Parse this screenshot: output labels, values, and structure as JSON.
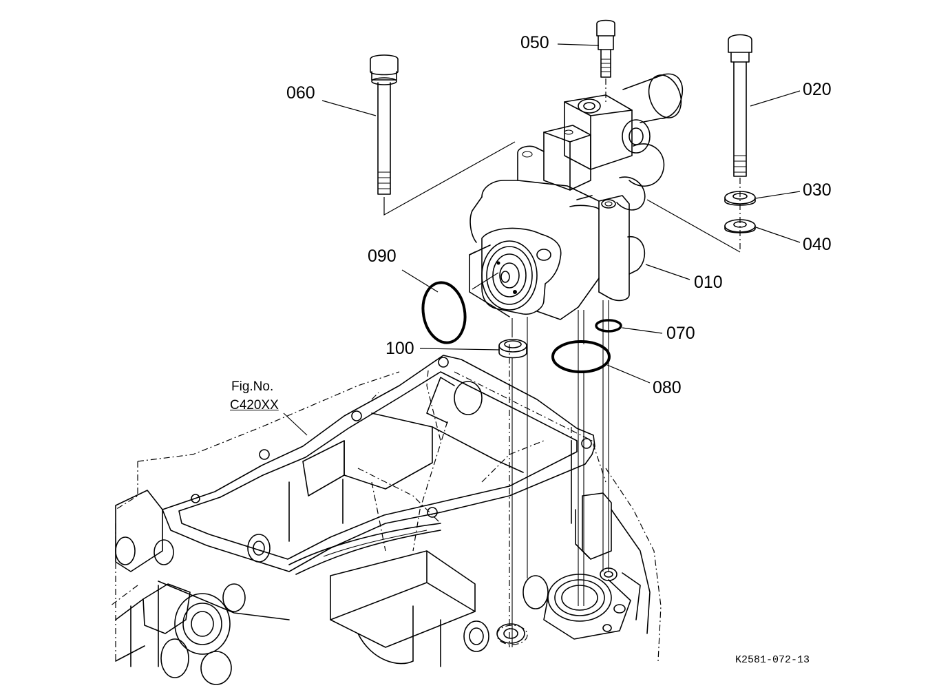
{
  "callouts": {
    "c010": "010",
    "c020": "020",
    "c030": "030",
    "c040": "040",
    "c050": "050",
    "c060": "060",
    "c070": "070",
    "c080": "080",
    "c090": "090",
    "c100": "100"
  },
  "figure_reference": {
    "line1": "Fig.No.",
    "line2": "C420XX"
  },
  "drawing_code": "K2581-072-13"
}
